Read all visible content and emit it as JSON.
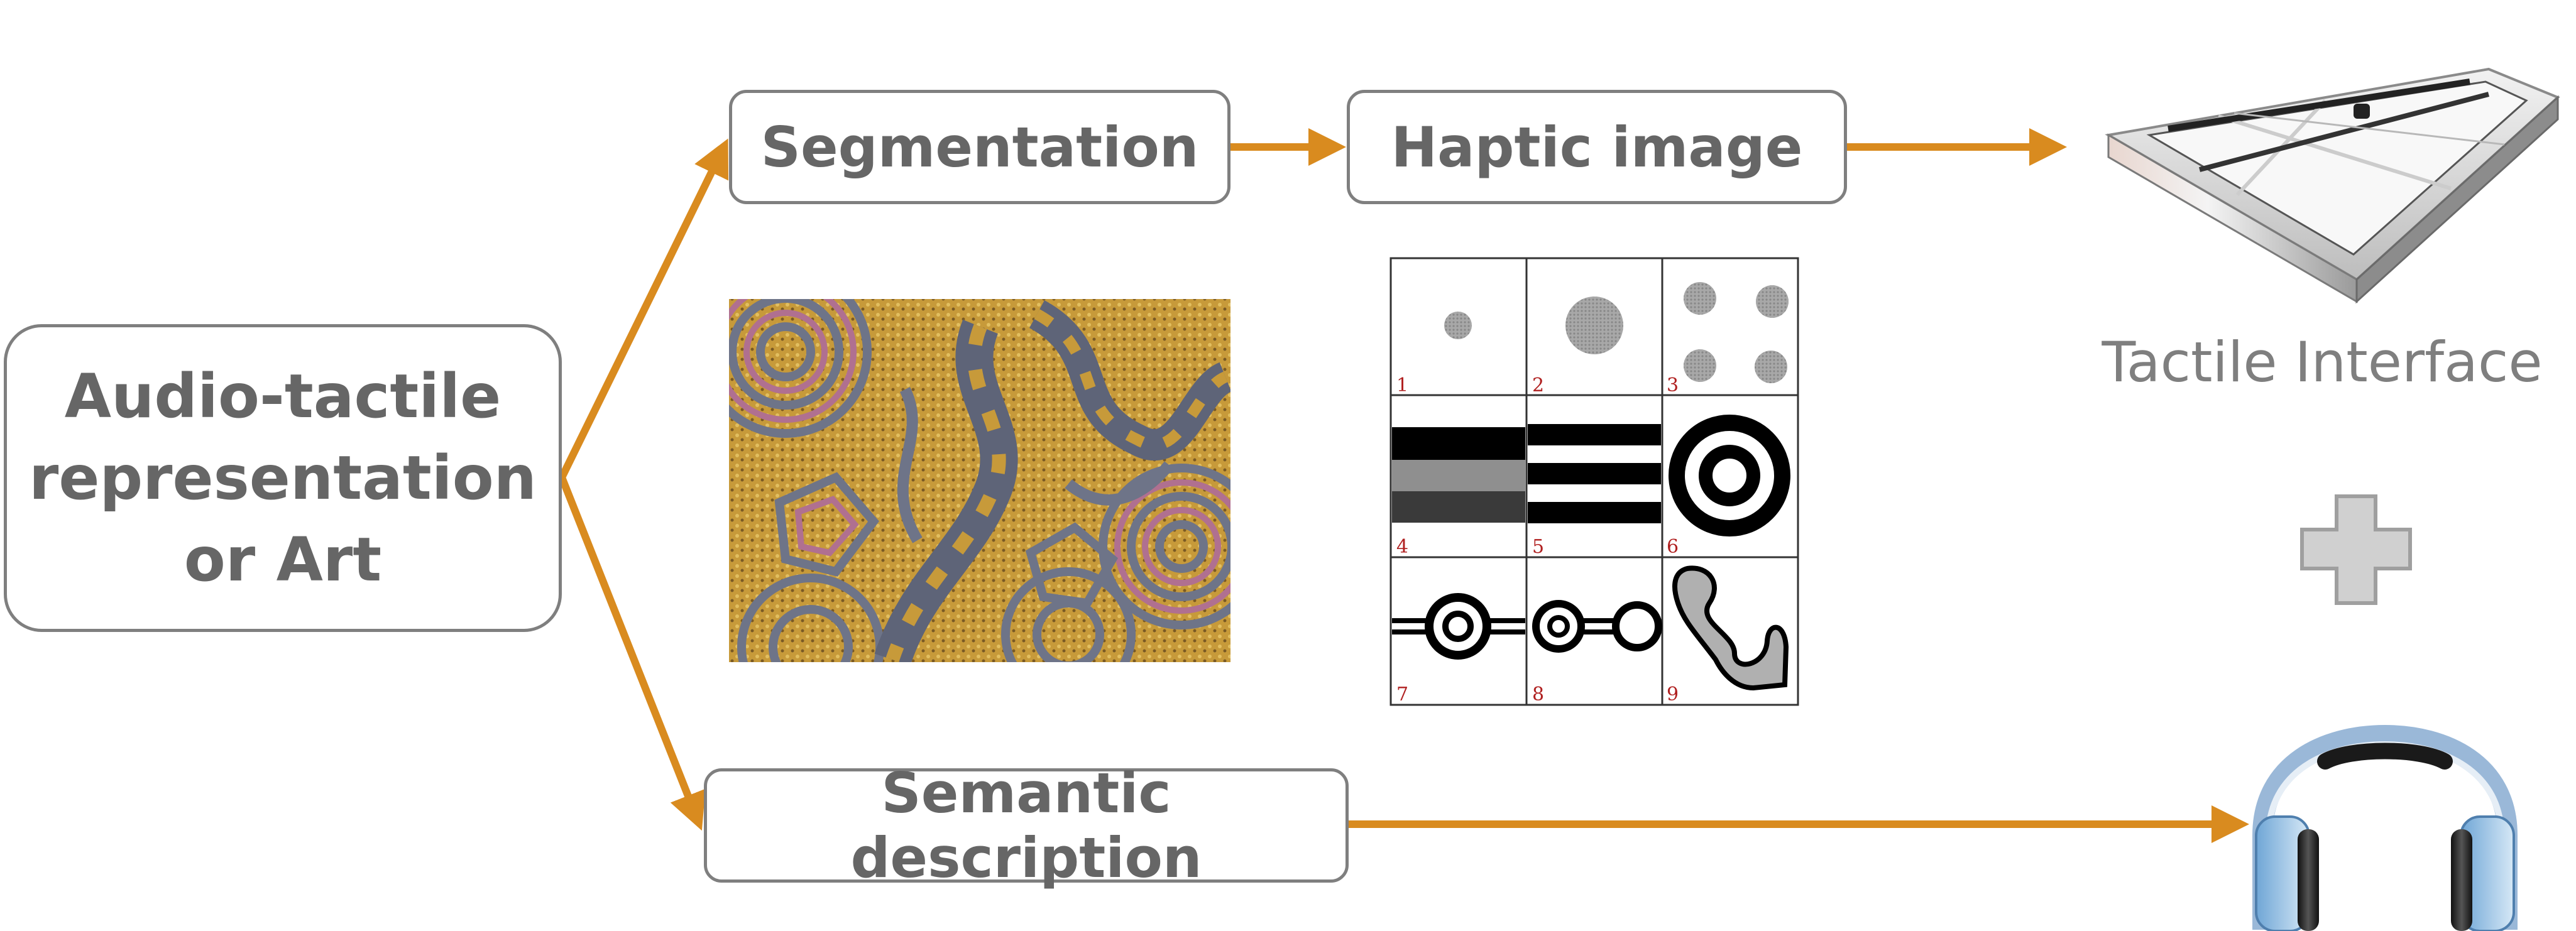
{
  "main_box": {
    "label": "Audio-tactile representation or Art"
  },
  "boxes": {
    "segmentation": "Segmentation",
    "haptic_image": "Haptic image",
    "semantic_description": "Semantic description"
  },
  "tactile_interface_label": "Tactile Interface",
  "haptic_grid": {
    "numbers": [
      "1",
      "2",
      "3",
      "4",
      "5",
      "6",
      "7",
      "8",
      "9"
    ]
  },
  "colors": {
    "arrow": "#d98b1f",
    "box_border": "#7f7f7f",
    "text": "#666666",
    "number_red": "#b02020"
  },
  "icons": [
    "tactile-interface-device-icon",
    "plus-icon",
    "headphones-icon",
    "aboriginal-art-image"
  ]
}
